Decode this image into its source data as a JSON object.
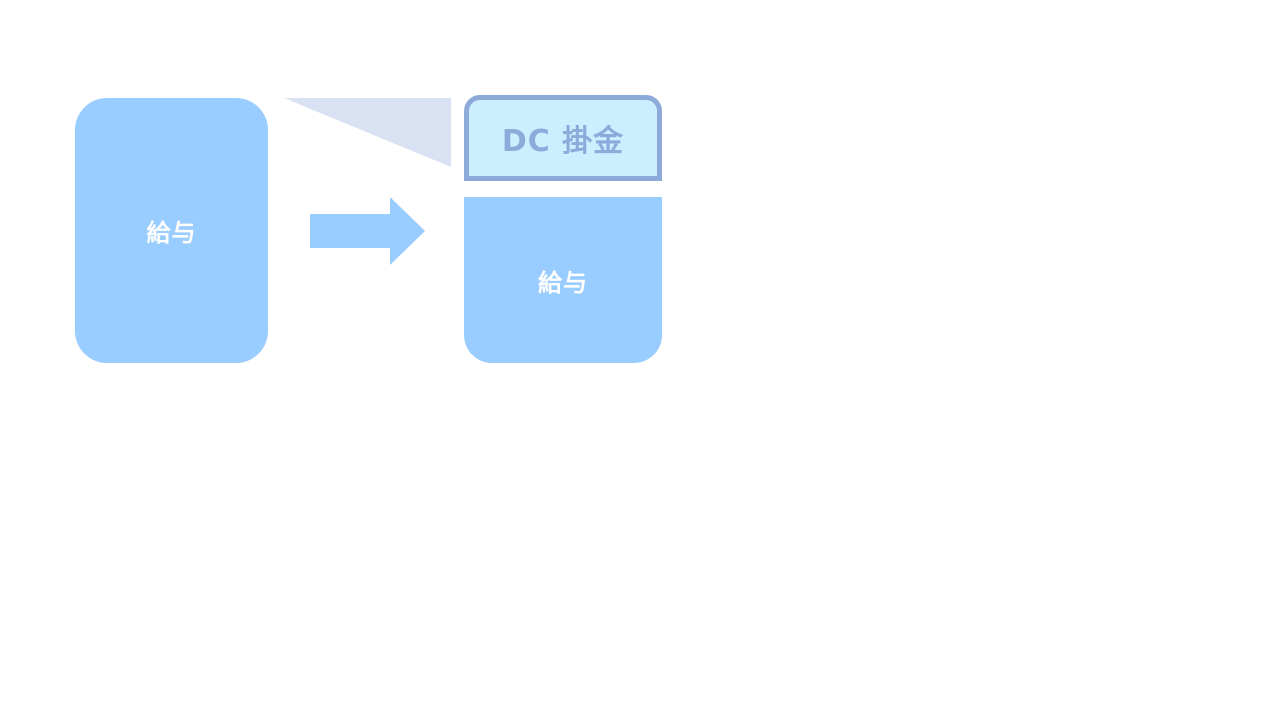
{
  "diagram": {
    "before": {
      "label": "給与"
    },
    "after": {
      "dc_label": "DC 掛金",
      "salary_label": "給与"
    }
  },
  "colors": {
    "salary_fill": "#99ccff",
    "arrow_fill": "#99ccff",
    "dc_fill": "#cceeff",
    "dc_border": "#8eaadb",
    "dc_text": "#8eaadb",
    "callout_fill": "#d9e2f3",
    "label_text": "#ffffff"
  }
}
